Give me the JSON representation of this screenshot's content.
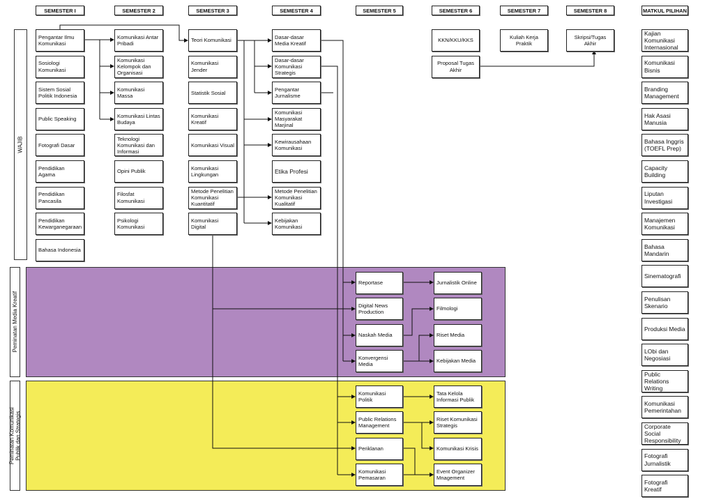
{
  "headers": [
    "SEMESTER I",
    "SEMESTER 2",
    "SEMESTER 3",
    "SEMESTER 4",
    "SEMESTER 5",
    "SEMESTER 6",
    "SEMESTER 7",
    "SEMESTER 8",
    "MATKUL PILIHAN"
  ],
  "wajib": {
    "label": "WAJIB",
    "s1": [
      "Pengantar Ilmu\nKomunikasi",
      "Sosiologi\nKomunikasi",
      "Sistem Sosial\nPolitik Indonesia",
      "Public Speaking",
      "Fotografi Dasar",
      "Pendidikan\nAgama",
      "Pendidikan\nPancasila",
      "Pendidikan\nKewarganegaraan",
      "Bahasa Indonesia"
    ],
    "s2": [
      "Komunikasi Antar\nPribadi",
      "Komunikasi\nKelompok dan\nOrganisasi",
      "Komunikasi\nMassa",
      "Komunikasi Lintas\nBudaya",
      "Teknologi\nKomunikasi dan\nInformasi",
      "Opini Publik",
      "Filosfat\nKomunikasi",
      "Psikologi\nKomunikasi"
    ],
    "s3": [
      "Teori Komunikasi",
      "Komunikasi\nJender",
      "Statistik Sosial",
      "Komunikasi\nKreatif",
      "Komunikasi Visual",
      "Komunikasi\nLingkungan",
      "Metode Penelitian\nKomunikasi\nKuantitatif",
      "Komunikasi Digital"
    ],
    "s4": [
      "Dasar-dasar\nMedia Kreatif",
      "Dasar-dasar\nKomunikasi\nStrategis",
      "Pengantar\nJurnalisme",
      "Komunikasi\nMasyarakat\nMarjinal",
      "Kewirausahaan\nKomunikasi",
      "Etika Profesi",
      "Metode Penelitian\nKomunikasi\nKualitatif",
      "Kebijakan\nKomunikasi"
    ],
    "s6": [
      "KKN/KKU/KKS",
      "Proposal Tugas\nAkhir"
    ],
    "s7": [
      "Kuliah Kerja\nPraktik"
    ],
    "s8": [
      "Skripsi/Tugas\nAkhir"
    ]
  },
  "peminatan": [
    {
      "label": "Peminatan Media Kreatif",
      "s5": [
        "Reportase",
        "Digital News\nProduction",
        "Naskah Media",
        "Konvergensi\nMedia"
      ],
      "s6": [
        "Jurnalistik Online",
        "Filmologi",
        "Riset Media",
        "Kebijakan Media"
      ]
    },
    {
      "label": "Peminatan Komunikasi\nPublik dan Strategis",
      "s5": [
        "Komunikasi Politik",
        "Public Relations\nManagement",
        "Periklanan",
        "Komunikasi\nPemasaran"
      ],
      "s6": [
        "Tata Kelola\nInformasi Publik",
        "Riset Komunikasi\nStrategis",
        "Komunikasi Krisis",
        "Event Organizer\nMnagement"
      ]
    }
  ],
  "pilihan": [
    "Kajian Komunikasi\nInternasional",
    "Komunikasi\nBisnis",
    "Branding\nManagement",
    "Hak Asasi\nManusia",
    "Bahasa Inggris\n(TOEFL Prep)",
    "Capacity Building",
    "Liputan\nInvestigasi",
    "Manajemen\nKomunikasi",
    "Bahasa Mandarin",
    "Sinematografi",
    "Penulisan\nSkenario",
    "Produksi Media",
    "LObi dan\nNegosiasi",
    "Public Relations\nWriting",
    "Komunikasi\nPemerintahan",
    "Corporate Social\nResponsibility",
    "Fotografi\nJurnalistik",
    "Fotografi Kreatif"
  ],
  "colors": {
    "media_kreatif": "#b088c0",
    "komunikasi_strategis": "#f4ec58"
  }
}
